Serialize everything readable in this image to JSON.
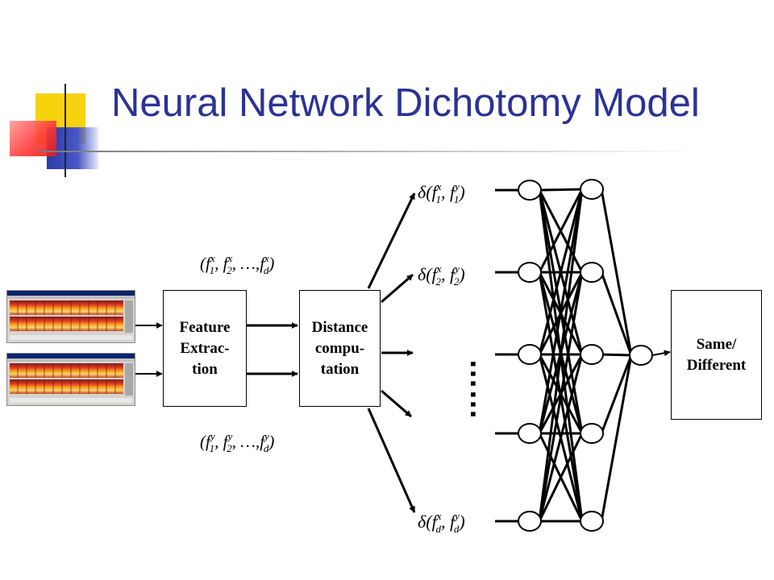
{
  "title": "Neural Network Dichotomy Model",
  "feature_box": {
    "lines": [
      "Feature",
      "Extrac-",
      "tion"
    ]
  },
  "distance_box": {
    "lines": [
      "Distance",
      "compu-",
      "tation"
    ]
  },
  "output_box": {
    "lines": [
      "Same/",
      "Different"
    ]
  },
  "feature_vector_x": {
    "open": "(",
    "f": "f",
    "sup": "x",
    "sub1": "1",
    "sub2": "2",
    "subd": "d",
    "dots": "…,",
    "close": ")"
  },
  "feature_vector_y": {
    "open": "(",
    "f": "f",
    "sup": "y",
    "sub1": "1",
    "sub2": "2",
    "subd": "d",
    "dots": "…,",
    "close": ")"
  },
  "delta_labels": [
    {
      "delta": "δ",
      "sub": "1"
    },
    {
      "delta": "δ",
      "sub": "2"
    },
    {
      "delta": "δ",
      "sub": "d"
    }
  ],
  "delta_sup_x": "x",
  "delta_sup_y": "y",
  "ellipsis": "……",
  "colors": {
    "title": "#2b3296",
    "deco_yellow": "#f6d20f",
    "deco_blue": "#2c3aa8",
    "deco_red": "#ff3a3a"
  },
  "input_count": 2,
  "layer1_nodes": 5,
  "layer2_nodes": 5,
  "output_nodes": 1
}
